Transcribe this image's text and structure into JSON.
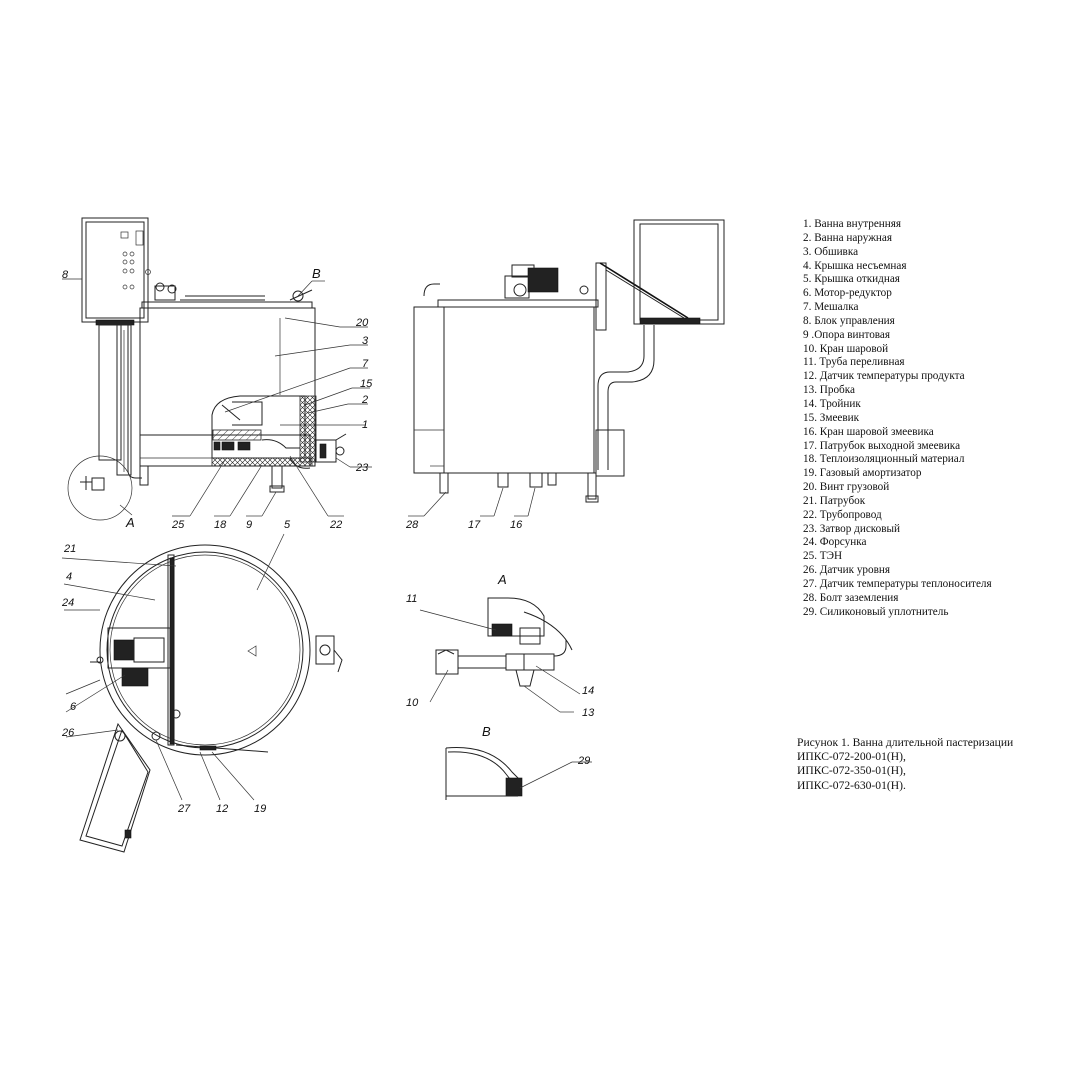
{
  "legend": [
    "1. Ванна внутренняя",
    "2. Ванна наружная",
    "3. Обшивка",
    "4. Крышка несъемная",
    "5. Крышка откидная",
    "6. Мотор-редуктор",
    "7. Мешалка",
    "8. Блок управления",
    "9 .Опора винтовая",
    "10. Кран шаровой",
    "11. Труба переливная",
    "12. Датчик температуры  продукта",
    "13. Пробка",
    "14. Тройник",
    "15. Змеевик",
    "16. Кран шаровой  змеевика",
    "17. Патрубок выходной  змеевика",
    "18. Теплоизоляционный  материал",
    "19. Газовый амортизатор",
    "20. Винт грузовой",
    "21. Патрубок",
    "22. Трубопровод",
    "23. Затвор дисковый",
    "24. Форсунка",
    "25. ТЭН",
    "26. Датчик уровня",
    "27. Датчик температуры  теплоносителя",
    "28. Болт заземления",
    "29. Силиконовый уплотнитель"
  ],
  "caption": {
    "line1": "Рисунок 1. Ванна длительной пастеризации",
    "line2": "ИПКС-072-200-01(Н),",
    "line3": "ИПКС-072-350-01(Н),",
    "line4": "ИПКС-072-630-01(Н)."
  },
  "views": {
    "detail_a": "А",
    "detail_b": "В"
  },
  "callouts": {
    "c1": "1",
    "c2": "2",
    "c3": "3",
    "c4": "4",
    "c5": "5",
    "c6": "6",
    "c7": "7",
    "c8": "8",
    "c9": "9",
    "c10": "10",
    "c11": "11",
    "c12": "12",
    "c13": "13",
    "c14": "14",
    "c15": "15",
    "c16": "16",
    "c17": "17",
    "c18": "18",
    "c19": "19",
    "c20": "20",
    "c21": "21",
    "c22": "22",
    "c23": "23",
    "c24": "24",
    "c25": "25",
    "c26": "26",
    "c27": "27",
    "c28": "28",
    "c29": "29"
  }
}
